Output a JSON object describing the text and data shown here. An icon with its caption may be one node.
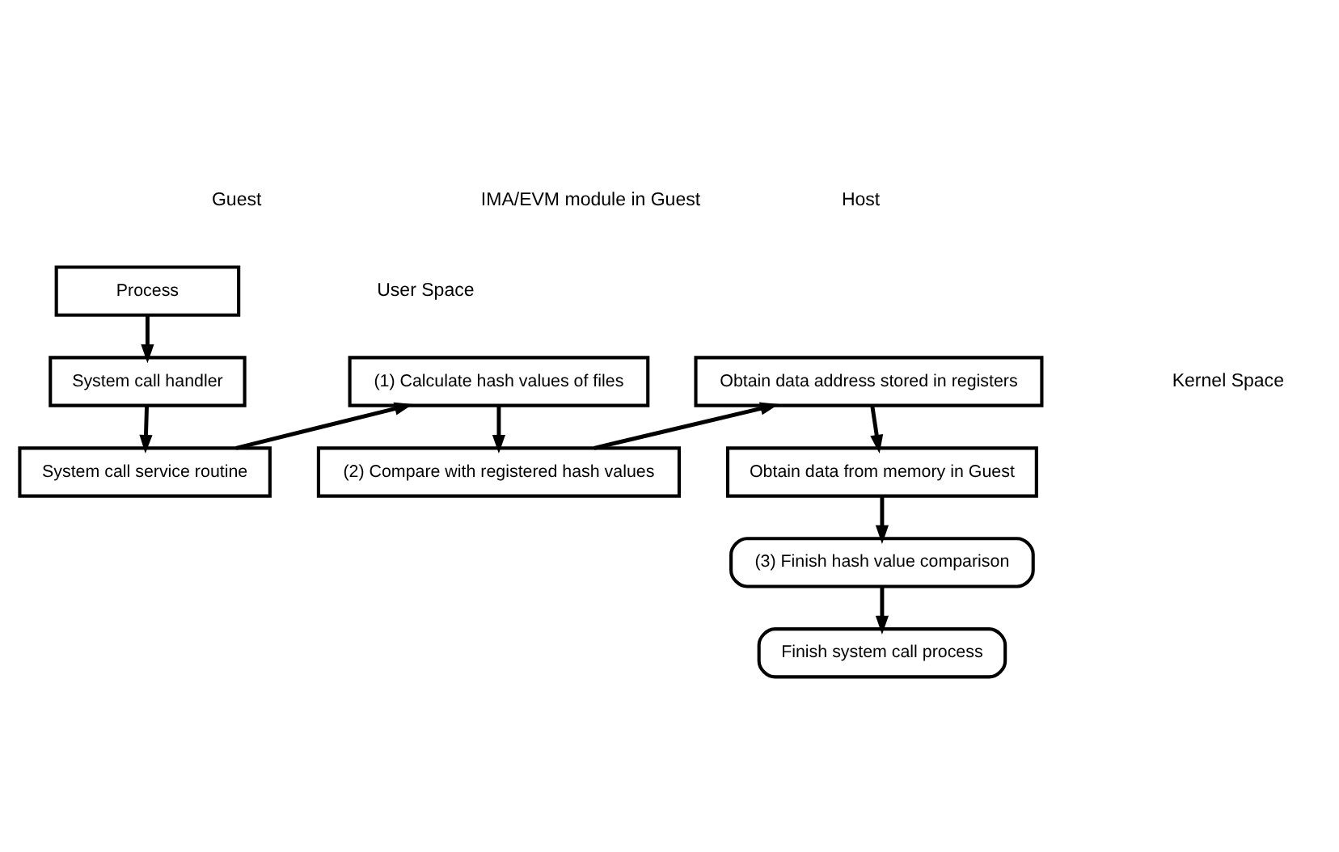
{
  "diagram": {
    "nodes": [
      {
        "text": [
          "Process"
        ]
      },
      {
        "text": [
          "System call handler"
        ]
      },
      {
        "text": [
          "System call service routine"
        ]
      },
      {
        "text": [
          "(1) Calculate hash values of files"
        ]
      },
      {
        "text": [
          "(2) Compare with registered hash values"
        ]
      },
      {
        "text": [
          "Obtain data address stored in registers"
        ]
      },
      {
        "text": [
          "Obtain data from memory in Guest"
        ]
      },
      {
        "text": [
          "(3) Finish hash value comparison"
        ]
      },
      {
        "text": [
          "Finish system call process"
        ]
      }
    ],
    "edges": [
      {
        "from": 0,
        "to": 1,
        "arrow": "to"
      },
      {
        "from": 1,
        "to": 2,
        "arrow": "to"
      },
      {
        "from": 2,
        "to": 3,
        "arrow": "to"
      },
      {
        "from": 3,
        "to": 4,
        "arrow": "to"
      },
      {
        "from": 4,
        "to": 5,
        "arrow": "to"
      },
      {
        "from": 5,
        "to": 6,
        "arrow": "to"
      },
      {
        "from": 6,
        "to": 7,
        "arrow": "to"
      },
      {
        "from": 7,
        "to": 8,
        "arrow": "to"
      }
    ],
    "labels": [
      "Guest",
      "IMA/EVM module in Guest",
      "Host",
      "User Space",
      "Kernel Space"
    ]
  }
}
